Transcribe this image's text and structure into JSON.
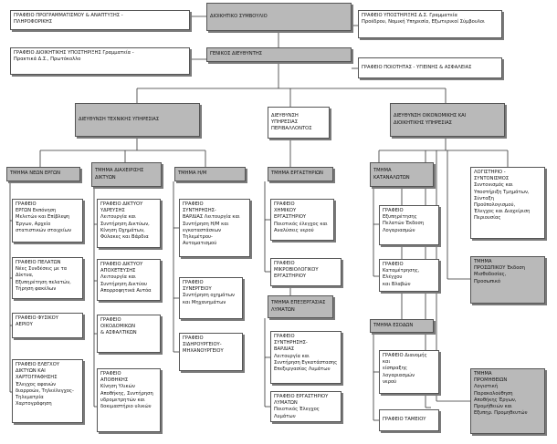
{
  "nodes": {
    "board": "ΔΙΟΙΚΗΤΙΚΟ ΣΥΜΒΟΥΛΙΟ",
    "gm": "ΓΕΝΙΚΟΣ     ΔΙΕΥΘΥΝΤΗΣ",
    "office_planning": "ΓΡΑΦΕΙΟ ΠΡΟΓΡΑΜΜΑΤΙΣΜΟΥ & ΑΝΑΠΤΥΞΗΣ -\nΠΛΗΡΟΦΟΡΙΚΗΣ",
    "office_admin_support": "ΓΡΑΦΕΙΟ ΔΙΟΙΚΗΤΙΚΗΣ ΥΠΟΣΤΗΡΙΞΗΣ      Γραμματεία -\nΠρακτικά Δ.Σ., Πρωτόκολλο",
    "office_board_support": "ΓΡΑΦΕΙΟ ΥΠΟΣΤΗΡΙΞΗΣ Δ.Σ.          Γραμματεία\nΠροέδρου, Νομική Υπηρεσία, Εξωτερικοί Σύμβουλοι",
    "office_quality": "ΓΡΑΦΕΙΟ ΠΟΙΟΤΗΤΑΣ - ΥΓΙΕΙΝΗΣ & ΑΣΦΑΛΕΙΑΣ",
    "dir_technical": "ΔΙΕΥΘΥΝΣΗ ΤΕΧΝΙΚΗΣ ΥΠΗΡΕΣΙΑΣ",
    "dir_environment": "ΔΙΕΥΘΥΝΣΗ\nΥΠΗΡΕΣΙΑΣ\nΠΕΡΙΒΑΛΛΟΝΤΟΣ",
    "dir_economic": "ΔΙΕΥΘΥΝΣΗ ΟΙΚΟΝΟΜΙΚΗΣ ΚΑΙ\nΔΙΟΙΚΗΤΙΚΗΣ ΥΠΗΡΕΣΙΑΣ",
    "dept_new_works": "ΤΜΗΜΑ ΝΕΩΝ ΕΡΓΩΝ",
    "dept_networks": "ΤΜΗΜΑ ΔΙΑΧΕΙΡΙΣΗΣ\nΔΙΚΤΥΩΝ",
    "dept_hm": "ΤΜΗΜΑ Η/Μ",
    "dept_labs": "ΤΜΗΜΑ ΕΡΓΑΣΤΗΡΙΩΝ",
    "dept_wastewater": "ΤΜΗΜΑ ΕΠΕΞΕΡΓΑΣΙΑΣ\nΛΥΜΑΤΩΝ",
    "dept_consumers": "ΤΜΗΜΑ\nΚΑΤΑΝΑΛΩΤΩΝ",
    "dept_revenue": "ΤΜΗΜΑ ΕΣΟΔΩΝ",
    "accounting": "ΛΟΓΙΣΤΗΡΙΟ -\nΣΥΝΤΟΝΙΣΜΟΣ\nΣυντονισμός και\nΥποστήριξη Τμημάτων,\nΣύνταξη\nΠροϋπολογισμού,\nΈλεγχος και Διαχείριση\nΠεριουσίας",
    "dept_personnel": "ΤΜΗΜΑ\nΠΡΟΣΩΠΙΚΟΥ Έκδοση\nΜισθοδοσίας,\nΠροσωπικό",
    "dept_procurement": "ΤΜΗΜΑ\nΠΡΟΜΗΘΕΙΩΝ\nΛογιστική\nΠαρακολούθηση\nΑποθήκης Έργων,\nΠρομήθειών και\nΕξυπηρ. Προμηθευτών",
    "office_works": "ΓΡΑΦΕΙΟ\nΕΡΓΩΝ Εκπόνηση\nΜελετών και Επίβλεψη\nΈργων, Αρχείο\nστατιστικών στοιχείων",
    "office_customers": "ΓΡΑΦΕΙΟ ΠΕΛΑΤΩΝ\nΝέες Συνδέσεις με τα\nΔίκτυα,\nΕξυπηρέτηση πελατών,\nΤήρηση φακέλων",
    "office_natural_gas": "ΓΡΑΦΕΙΟ ΦΥΣΙΚΟΥ\nΑΕΡΙΟΥ",
    "office_network_control": "ΓΡΑΦΕΙΟ ΕΛΕΓΧΟΥ\nΔΙΚΤΥΩΝ ΚΑΙ\nΧΑΡΤΟΓΡΑΦΗΣΗΣ\nΈλεγχος αφανών\nδιαρροών, Τηλεέλεγχος-\nΤηλεματρία\nΧαρτογράφηση",
    "office_water_network": "ΓΡΑΦΕΙΟ ΔΙΚΤΥΟΥ\nΥΔΡΕΥΣΗΣ\nΛειτουργία και\nΣυντήρηση Δικτύων,\nΚίνηση Οχημάτων,\nΦύλακες και Βάρδια",
    "office_sewer_network": "ΓΡΑΦΕΙΟ ΔΙΚΤΥΟΥ\nΑΠΟΧΕΤΕΥΣΗΣ\nΛειτουργία και\nΣυντήρηση Δικτύου\nΑπορροφητικά Αυτόα",
    "office_buildings": "ΓΡΑΦΕΙΟ\nΟΙΚΟΔΟΜΙΚΩΝ\n& ΑΣΦΑΛΤΙΚΩΝ",
    "office_storage": "ΓΡΑΦΕΙΟ\nΑΠΟΘΗΚΗΣ\nΚίνηση Υλικών\nΑποθήκης, Συντήρηση\nυδρομετρητών και\nδοκιμαστήριο υλικών",
    "office_maint_shift": "ΓΡΑΦΕΙΟ\nΣΥΝΤΗΡΗΣΗΣ-\nΒΑΡΔΙΑΣ Λειτουργία και\nΣυντήρηση Η/Μ και\nεγκαταστάσεων Τηλεμέτρου-\nΑυτοματισμού",
    "office_garage": "ΓΡΑΦΕΙΟ\nΣΥΝΕΡΓΕΙΟΥ\nΣυντήρηση οχημάτων\nκαι Μηχανημάτων",
    "office_ironworks": "ΓΡΑΦΕΙΟ\nΣΙΔΗΡΟΥΡΓΕΙΟΥ-\nΜΗΧΑΝΟΥΡΓΕΙΟΥ",
    "office_chem_lab": "ΓΡΑΦΕΙΟ\nΧΗΜΙΚΟΥ\nΕΡΓΑΣΤΗΡΙΟΥ\nΠοιοτικός έλεγχος και\nΑναλύσεις νερού",
    "office_micro_lab": "ΓΡΑΦΕΙΟ\nΜΙΚΡΟΒΙΟΛΟΓΙΚΟΥ\nΕΡΓΑΣΤΗΡΙΟΥ",
    "office_ww_maint": "ΓΡΑΦΕΙΟ\nΣΥΝΤΗΡΗΣΗΣ-\nΒΑΡΔΙΑΣ\nΛειτουργία και\nΣυντήρηση Εγκατάστασης\nΕπεξεργασίας Λυμάτων",
    "office_ww_lab": "ΓΡΑΦΕΙΟ ΕΡΓΑΣΤΗΡΙΟΥ\nΛΥΜΑΤΩΝ\nΠοιοτικός Έλεγχος\nΛυμάτων",
    "office_service": "ΓΡΑΦΕΙΟ\nΕξυπηρέτησης\nΠελατών      Έκδοση\nΛογαριασμών",
    "office_metering": "ΓΡΑΦΕΙΟ\nΚαταμέτρησης, Ελέγχου\nκαι Βλαβών",
    "office_billing": "ΓΡΑΦΕΙΟ Διανομής και\nείσπραξης λογαριασμών\nνερού",
    "office_cashier": "ΓΡΑΦΕΙΟ ΤΑΜΕΙΟΥ"
  }
}
